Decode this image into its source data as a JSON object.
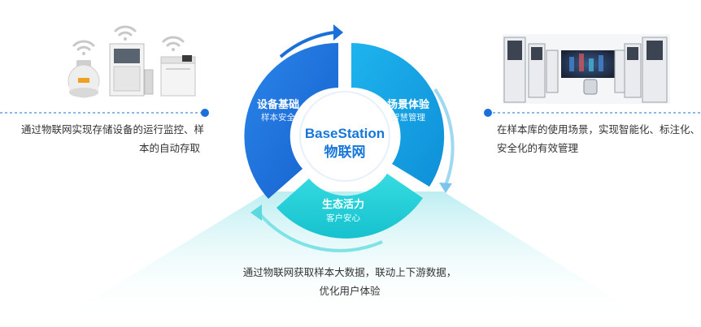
{
  "center": {
    "title": "BaseStation",
    "subtitle": "物联网"
  },
  "segments": {
    "left": {
      "title": "设备基础",
      "subtitle": "样本安全"
    },
    "right": {
      "title": "场景体验",
      "subtitle": "智慧管理"
    },
    "bottom": {
      "title": "生态活力",
      "subtitle": "客户安心"
    }
  },
  "captions": {
    "left": [
      "通过物联网实现存储设备的运行监控、样",
      "本的自动存取"
    ],
    "right": [
      "在样本库的使用场景，实现智能化、标注化、",
      "安全化的有效管理"
    ],
    "bottom": [
      "通过物联网获取样本大数据，联动上下游数据，",
      "优化用户体验"
    ]
  },
  "colors": {
    "left_segment": "#1a6fd9",
    "right_segment": "#12a3e6",
    "bottom_segment": "#22d0d8",
    "center_text": "#1677d9",
    "dot": "#1a6fd9",
    "dashed_line": "#1a6fd9"
  },
  "icons": [
    "wifi-icon",
    "cryo-tank-icon",
    "storage-cabinet-icon",
    "freezer-icon",
    "lab-room-image"
  ]
}
